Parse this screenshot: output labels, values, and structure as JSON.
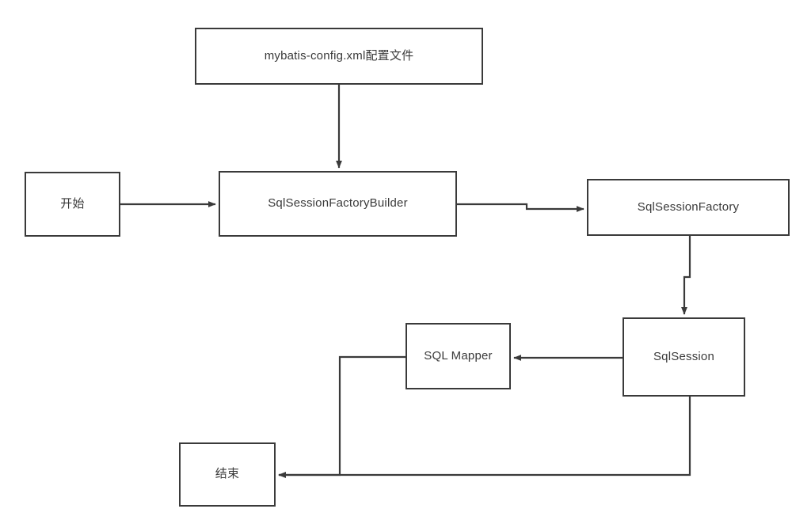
{
  "diagram": {
    "title": "MyBatis SqlSession lifecycle flowchart",
    "stroke_color": "#3a3a3a",
    "background_color": "#ffffff",
    "nodes": [
      {
        "id": "config",
        "label": "mybatis-config.xml配置文件",
        "shape": "rectangle"
      },
      {
        "id": "start",
        "label": "开始",
        "shape": "rectangle"
      },
      {
        "id": "builder",
        "label": "SqlSessionFactoryBuilder",
        "shape": "rectangle"
      },
      {
        "id": "factory",
        "label": "SqlSessionFactory",
        "shape": "rectangle"
      },
      {
        "id": "session",
        "label": "SqlSession",
        "shape": "rectangle"
      },
      {
        "id": "mapper",
        "label": "SQL Mapper",
        "shape": "rectangle"
      },
      {
        "id": "end",
        "label": "结束",
        "shape": "rectangle"
      }
    ],
    "edges": [
      {
        "id": "config-to-builder",
        "from": "config",
        "to": "builder",
        "label": "",
        "direction": "down"
      },
      {
        "id": "start-to-builder",
        "from": "start",
        "to": "builder",
        "label": "",
        "direction": "right"
      },
      {
        "id": "builder-to-factory",
        "from": "builder",
        "to": "factory",
        "label": "",
        "direction": "right"
      },
      {
        "id": "factory-to-session",
        "from": "factory",
        "to": "session",
        "label": "",
        "direction": "down"
      },
      {
        "id": "session-to-mapper",
        "from": "session",
        "to": "mapper",
        "label": "",
        "direction": "left"
      },
      {
        "id": "mapper-to-end",
        "from": "mapper",
        "to": "end",
        "label": "",
        "direction": "left"
      },
      {
        "id": "session-to-end",
        "from": "session",
        "to": "end",
        "label": "",
        "direction": "left"
      }
    ]
  }
}
